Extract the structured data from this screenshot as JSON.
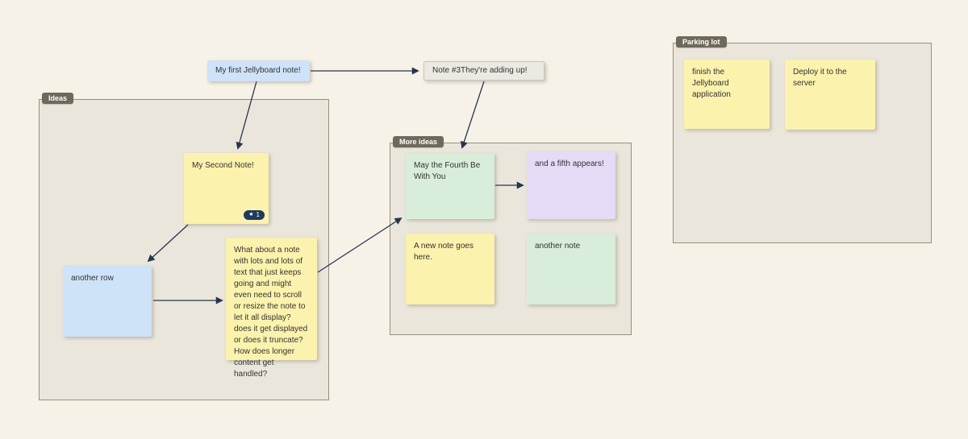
{
  "app": {
    "name": "Jellyboard whiteboard canvas"
  },
  "colors": {
    "background": "#f7f2e7",
    "frame_fill": "#eae6db",
    "frame_border": "#94907f",
    "frame_label_bg": "#6e695a",
    "note_yellow": "#fbf2ad",
    "note_blue": "#cee2f8",
    "note_green": "#d8edda",
    "note_purple": "#e5dbf7",
    "note_gray": "#ebe9e2",
    "arrow": "#26354f",
    "badge_bg": "#1e3a5f",
    "note_text": "#333333"
  },
  "frames": {
    "ideas": {
      "label": "Ideas"
    },
    "more_ideas": {
      "label": "More ideas"
    },
    "parking_lot": {
      "label": "Parking lot"
    }
  },
  "notes": {
    "first": {
      "text": "My first Jellyboard note!",
      "color": "blue"
    },
    "note3": {
      "text": "Note #3They're adding up!",
      "color": "gray"
    },
    "second": {
      "text": "My Second Note!",
      "color": "yellow",
      "badge_count": "1"
    },
    "another_row": {
      "text": "another row",
      "color": "blue"
    },
    "long_note": {
      "text": "What about a note with lots and lots of text that just keeps going and might even need to scroll or resize the note to let it all display? does it get displayed or does it truncate? How does longer content get handled?",
      "color": "yellow"
    },
    "may_fourth": {
      "text": "May the Fourth Be With You",
      "color": "green"
    },
    "fifth": {
      "text": "and a fifth appears!",
      "color": "purple"
    },
    "new_note": {
      "text": "A new note goes here.",
      "color": "yellow"
    },
    "another_note": {
      "text": "another note",
      "color": "green"
    },
    "finish": {
      "text": "finish the Jellyboard application",
      "color": "yellow"
    },
    "deploy": {
      "text": "Deploy it to the server",
      "color": "yellow"
    }
  },
  "connections": [
    {
      "from": "first",
      "to": "note3"
    },
    {
      "from": "first",
      "to": "second"
    },
    {
      "from": "note3",
      "to": "may_fourth"
    },
    {
      "from": "second",
      "to": "another_row"
    },
    {
      "from": "another_row",
      "to": "long_note"
    },
    {
      "from": "long_note",
      "to": "may_fourth"
    },
    {
      "from": "may_fourth",
      "to": "fifth"
    }
  ]
}
